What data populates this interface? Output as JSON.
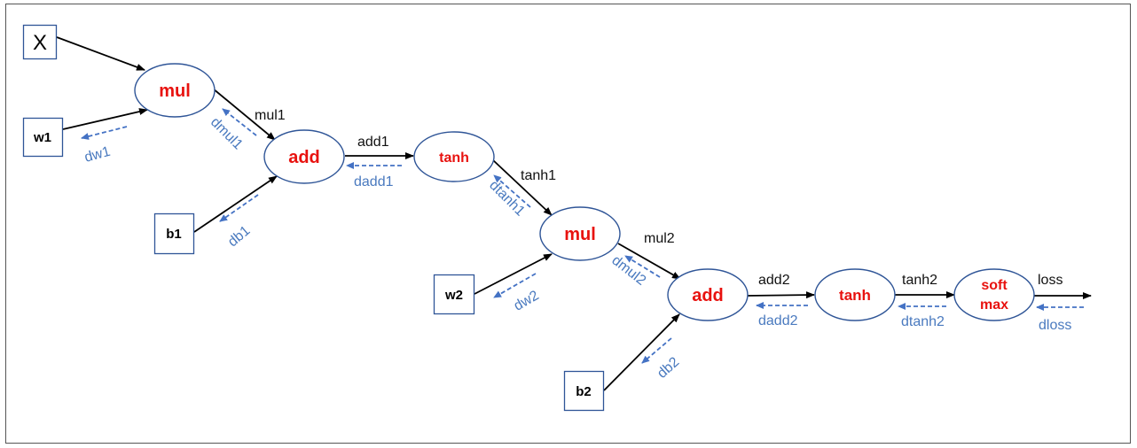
{
  "inputs": {
    "x": "X",
    "w1": "w1",
    "b1": "b1",
    "w2": "w2",
    "b2": "b2"
  },
  "nodes": {
    "mul1": "mul",
    "add1": "add",
    "tanh1": "tanh",
    "mul2": "mul",
    "add2": "add",
    "tanh2": "tanh",
    "softmax_line1": "soft",
    "softmax_line2": "max"
  },
  "forward": {
    "mul1": "mul1",
    "add1": "add1",
    "tanh1": "tanh1",
    "mul2": "mul2",
    "add2": "add2",
    "tanh2": "tanh2",
    "loss": "loss"
  },
  "backward": {
    "dw1": "dw1",
    "dmul1": "dmul1",
    "db1": "db1",
    "dadd1": "dadd1",
    "dtanh1": "dtanh1",
    "dw2": "dw2",
    "dmul2": "dmul2",
    "db2": "db2",
    "dadd2": "dadd2",
    "dtanh2": "dtanh2",
    "dloss": "dloss"
  },
  "colors": {
    "node_fill": "#ffffff",
    "node_stroke": "#2f5597",
    "node_label": "#e8120f",
    "forward_edge": "#000000",
    "backward_edge": "#4472c4",
    "backward_label": "#4a7abf"
  }
}
